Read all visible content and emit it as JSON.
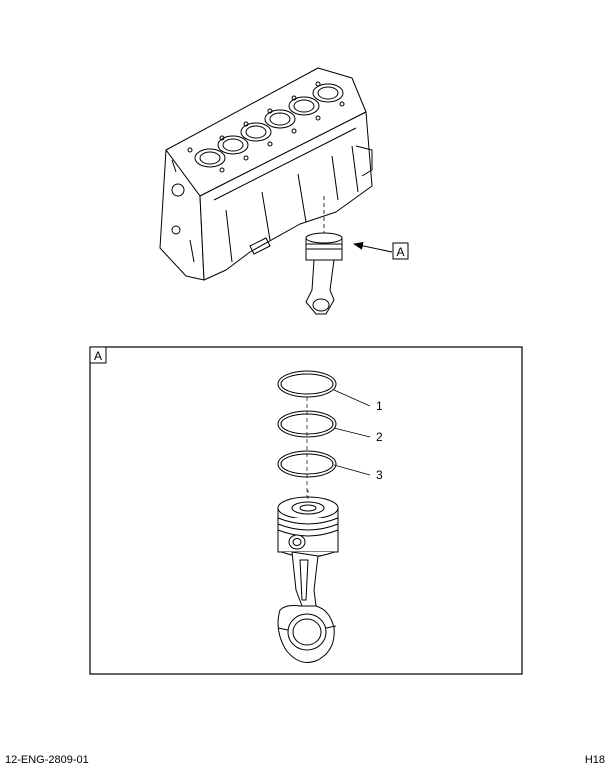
{
  "callouts": {
    "detail_ref": "A",
    "detail_box_label": "A",
    "ring_1": "1",
    "ring_2": "2",
    "ring_3": "3"
  },
  "footer": {
    "figure_id": "12-ENG-2809-01",
    "page_code": "H18"
  }
}
